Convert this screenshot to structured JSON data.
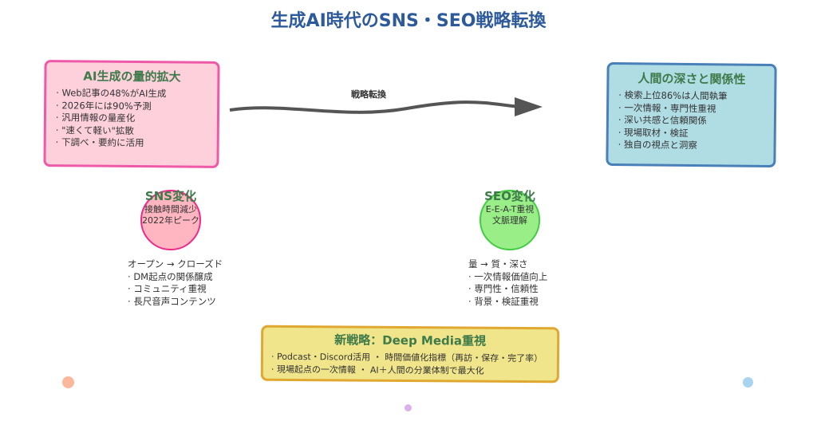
{
  "title": "生成AI時代のSNS・SEO戦略転換",
  "left_box": {
    "title": "AI生成の量的拡大",
    "items": [
      "Web記事の48%がAI生成",
      "2026年には90%予測",
      "汎用情報の量産化",
      "\"速くて軽い\"拡散",
      "下調べ・要約に活用"
    ]
  },
  "right_box": {
    "title": "人間の深さと関係性",
    "items": [
      "検索上位86%は人間執筆",
      "一次情報・専門性重視",
      "深い共感と信頼関係",
      "現場取材・検証",
      "独自の視点と洞察"
    ]
  },
  "arrow_label": "戦略転換",
  "sns": {
    "title": "SNS変化",
    "line1": "接触時間減少",
    "line2": "2022年ピーク",
    "heading": "オープン → クローズド",
    "items": [
      "DM起点の関係醸成",
      "コミュニティ重視",
      "長尺音声コンテンツ"
    ]
  },
  "seo": {
    "title": "SEO変化",
    "line1": "E-E-A-T重視",
    "line2": "文脈理解",
    "heading": "量 → 質・深さ",
    "items": [
      "一次情報価値向上",
      "専門性・信頼性",
      "背景・検証重視"
    ]
  },
  "bottom_box": {
    "title": "新戦略：Deep Media重視",
    "items": [
      "Podcast・Discord活用 ・ 時間価値化指標（再訪・保存・完了率）",
      "現場起点の一次情報 ・ AI＋人間の分業体制で最大化"
    ]
  }
}
